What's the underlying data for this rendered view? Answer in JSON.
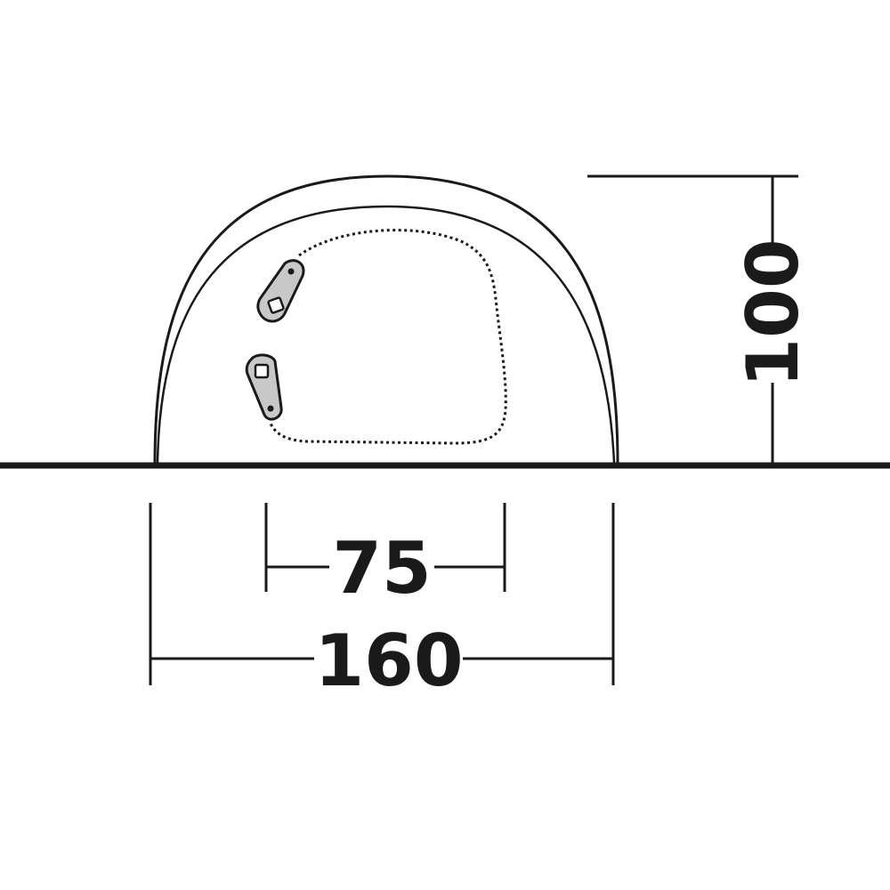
{
  "diagram": {
    "subject": "tent-front-view",
    "dimensions": {
      "height": "100",
      "door_width": "75",
      "total_width": "160"
    },
    "colors": {
      "ink": "#1a1a1a",
      "tab_fill": "#c8c8c8",
      "background": "#ffffff"
    }
  }
}
